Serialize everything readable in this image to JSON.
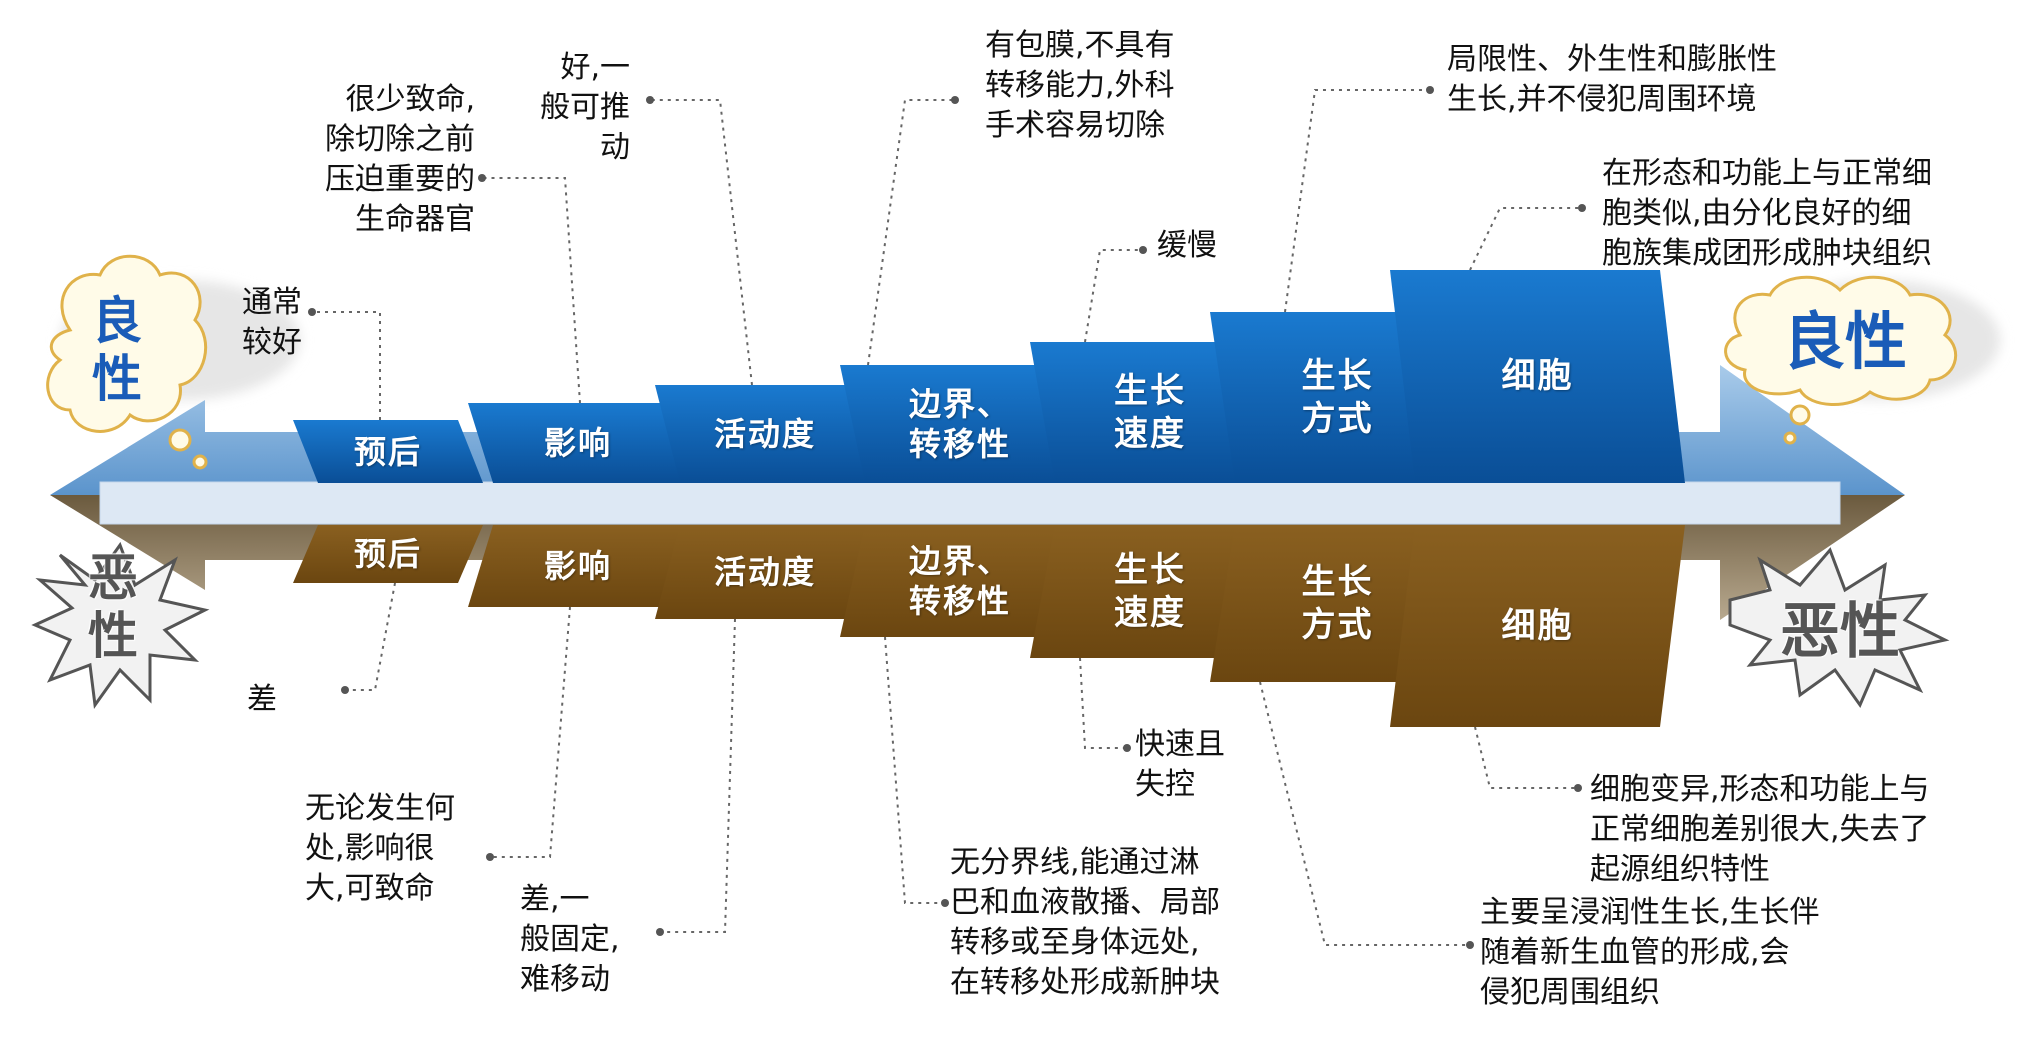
{
  "benign_label": "良性",
  "malignant_label": "恶性",
  "colors": {
    "benign_block": "#0d5fb0",
    "malignant_block": "#7a5214",
    "arrow_top": "#6aa3d8",
    "arrow_bottom": "#8a7350",
    "arrow_core": "#dde8f4",
    "cloud_text": "#1a5cb8",
    "connector": "#666666"
  },
  "parameters": {
    "benign": [
      "预后",
      "影响",
      "活动度",
      "边界、\n转移性",
      "生长\n速度",
      "生长\n方式",
      "细胞"
    ],
    "malignant": [
      "预后",
      "影响",
      "活动度",
      "边界、\n转移性",
      "生长\n速度",
      "生长\n方式",
      "细胞"
    ]
  },
  "notes": {
    "benign": [
      "通常\n较好",
      "很少致命,\n除切除之前\n压迫重要的\n生命器官",
      "好,一\n般可推\n动",
      "有包膜,不具有\n转移能力,外科\n手术容易切除",
      "缓慢",
      "局限性、外生性和膨胀性\n生长,并不侵犯周围环境",
      "在形态和功能上与正常细\n胞类似,由分化良好的细\n胞族集成团形成肿块组织"
    ],
    "malignant": [
      "差",
      "无论发生何\n处,影响很\n大,可致命",
      "差,一\n般固定,\n难移动",
      "无分界线,能通过淋\n巴和血液散播、局部\n转移或至身体远处,\n在转移处形成新肿块",
      "快速且\n失控",
      "主要呈浸润性生长,生长伴\n随着新生血管的形成,会\n侵犯周围组织",
      "细胞变异,形态和功能上与\n正常细胞差别很大,失去了\n起源组织特性"
    ]
  }
}
